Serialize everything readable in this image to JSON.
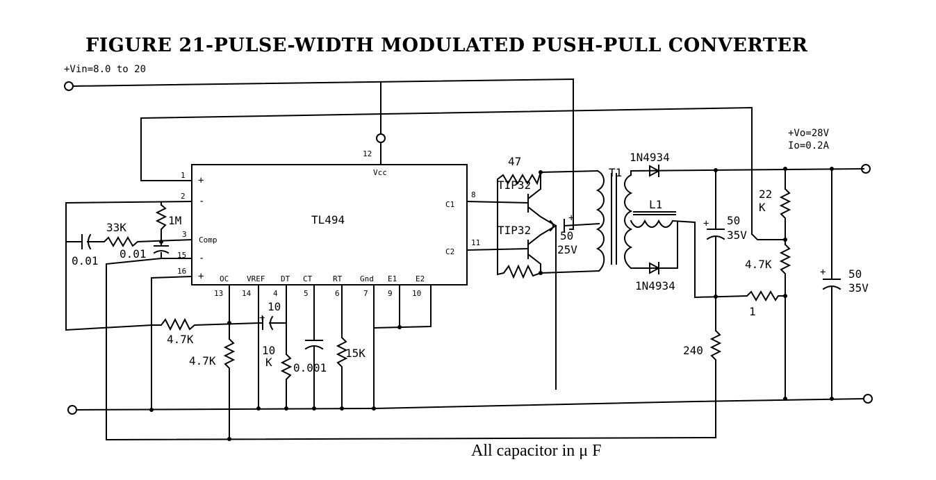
{
  "title": "FIGURE 21-PULSE-WIDTH MODULATED PUSH-PULL CONVERTER",
  "footer_note": "All capacitor in μ F",
  "input": {
    "label": "+Vin=8.0 to 20"
  },
  "output": {
    "voltage": "+Vo=28V",
    "current": "Io=0.2A"
  },
  "ic": {
    "name": "TL494",
    "pins": {
      "p1": "1",
      "p2": "2",
      "p3": "3",
      "p15": "15",
      "p16": "16",
      "p12": "12",
      "p8": "8",
      "p11": "11",
      "p13": "13",
      "p14": "14",
      "p4": "4",
      "p5": "5",
      "p6": "6",
      "p7": "7",
      "p9": "9",
      "p10": "10"
    },
    "labels": {
      "plus1": "+",
      "minus2": "-",
      "comp": "Comp",
      "minus15": "-",
      "plus16": "+",
      "vcc": "Vcc",
      "c1": "C1",
      "c2": "C2",
      "oc": "OC",
      "vref": "VREF",
      "dt": "DT",
      "ct": "CT",
      "rt": "RT",
      "gnd": "Gnd",
      "e1": "E1",
      "e2": "E2"
    }
  },
  "components": {
    "r_1m": "1M",
    "r_33k": "33K",
    "c_001a": "0.01",
    "c_001b": "0.01",
    "r_47k_a": "4.7K",
    "r_47k_b": "4.7K",
    "c_10": "10",
    "r_10k_a": "10",
    "r_10k_b": "K",
    "c_0001": "0.001",
    "r_15k": "15K",
    "r_47": "47",
    "q1": "TIP32",
    "q2": "TIP32",
    "c_50_25_a": "50",
    "c_50_25_b": "25V",
    "t1": "T1",
    "d1": "1N4934",
    "d2": "1N4934",
    "l1": "L1",
    "c_50_35a_a": "50",
    "c_50_35a_b": "35V",
    "r_22k_a": "22",
    "r_22k_b": "K",
    "r_47k_c": "4.7K",
    "r_1": "1",
    "r_240": "240",
    "c_50_35b_a": "50",
    "c_50_35b_b": "35V"
  }
}
